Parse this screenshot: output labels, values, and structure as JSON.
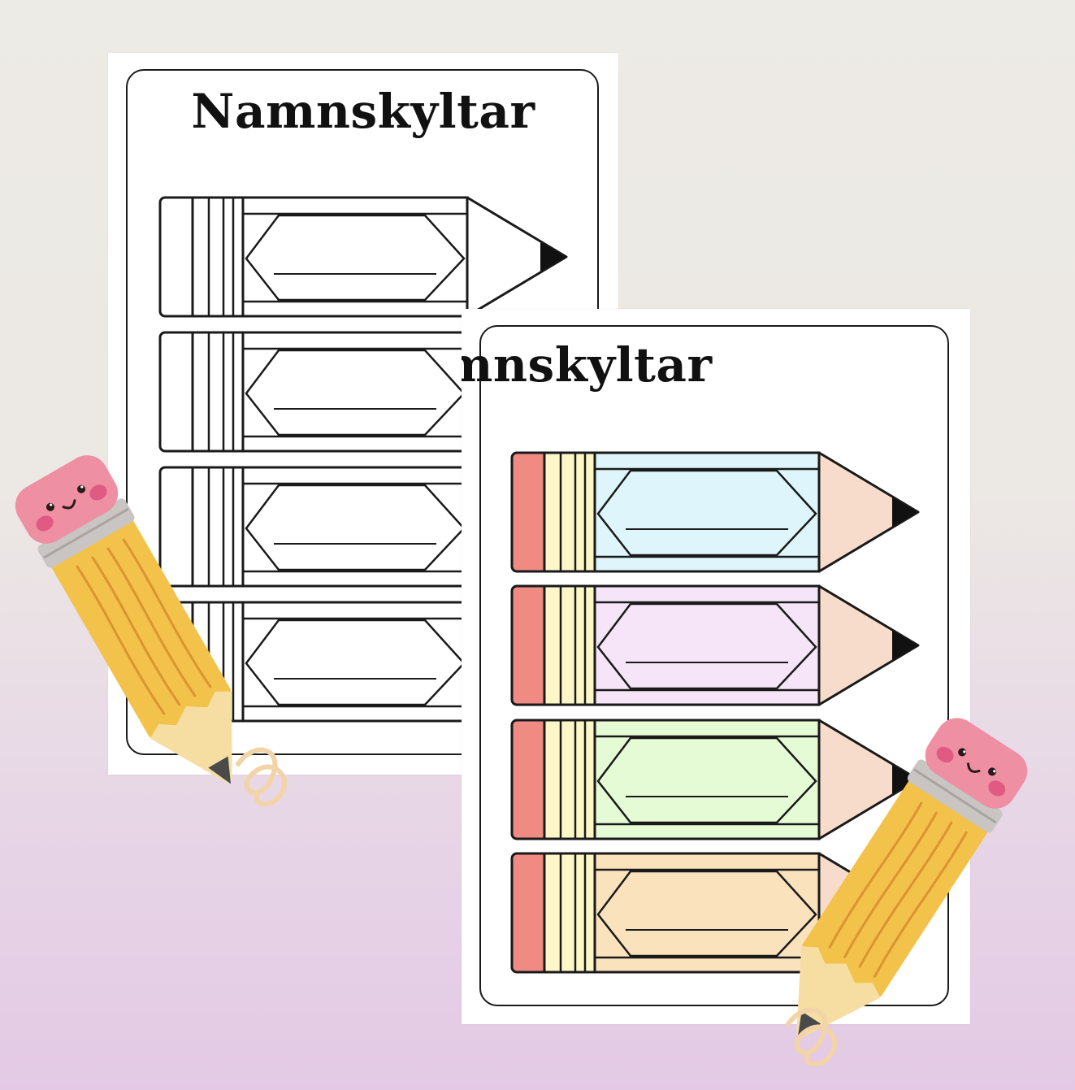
{
  "sheets": {
    "back": {
      "title": "Namnskyltar",
      "style": "outline"
    },
    "front": {
      "title": "Namnskyltar",
      "style": "color"
    }
  },
  "colors": {
    "outline": "#1a1a1a",
    "eraser": "#f08b84",
    "ferrule": "#fdf7c8",
    "tip": "#f8dccb",
    "lead": "#111111",
    "body_colors": [
      "#def6fb",
      "#f6e4f8",
      "#e5fbd5",
      "#fae2bd"
    ]
  },
  "mascots": [
    {
      "icon": "kawaii-pencil-icon"
    },
    {
      "icon": "kawaii-pencil-icon"
    }
  ]
}
